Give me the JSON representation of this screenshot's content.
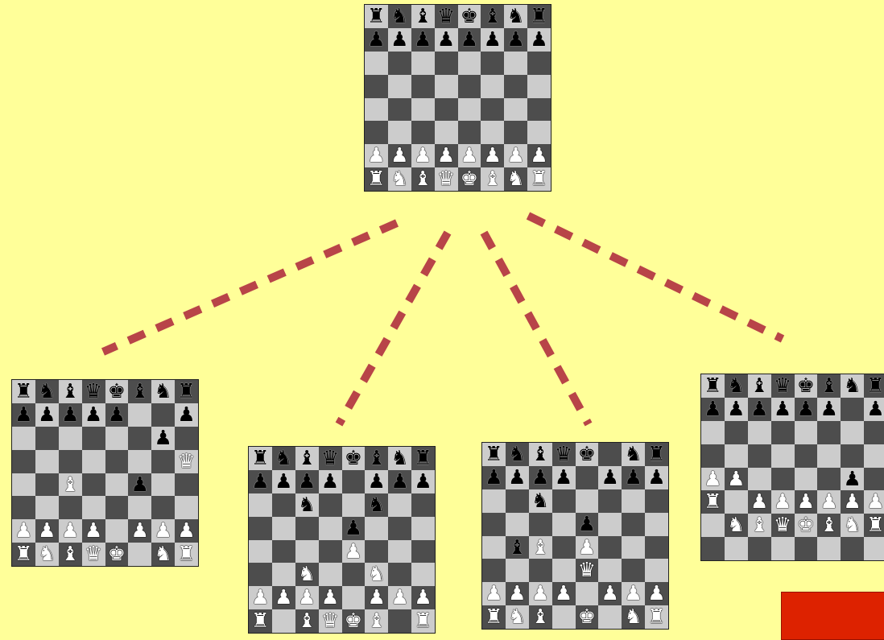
{
  "colors": {
    "background": "#ffff99",
    "light_square": "#cccccc",
    "dark_square": "#4d4d4d",
    "edge": "#b84448",
    "box": "#dd2200"
  },
  "boards": {
    "root": [
      "rnbqkbnr",
      "pppppppp",
      "........",
      "........",
      "........",
      "........",
      "PPPPPPPP",
      "RNBQKBNR"
    ],
    "child_1": [
      "rnbqkbnr",
      "ppppp..p",
      "......p.",
      ".......Q",
      "..B..p..",
      "........",
      "PPPP.PPP",
      "RNBQK.NR"
    ],
    "child_2": [
      "rnbqkbnr",
      "pppp.ppp",
      "..n..n..",
      "....p...",
      "....P...",
      "..N..N..",
      "PPPP.PPP",
      "R.BQKB.R"
    ],
    "child_3": [
      "rnbqk.nr",
      "pppp.ppp",
      "..n.....",
      "....p...",
      ".bB.P...",
      "....Q...",
      "PPPP.PPP",
      "RNB.K.NR"
    ],
    "child_4": [
      "rnbqkbnr",
      "pppppp.p",
      "........",
      "........",
      "PP....p.",
      "R.PPPPPP",
      ".NBQKBNR",
      "........"
    ]
  }
}
